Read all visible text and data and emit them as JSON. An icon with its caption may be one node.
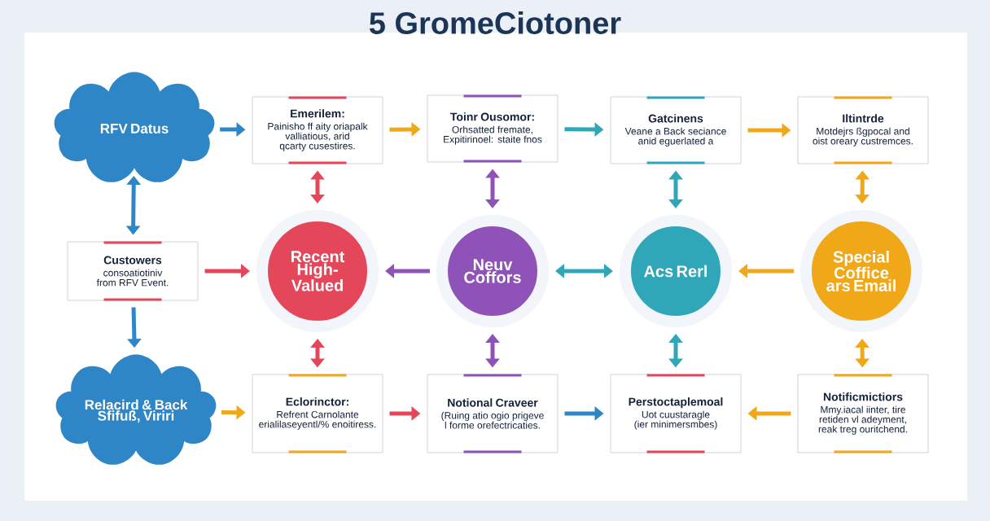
{
  "diagram": {
    "title": "5 GromeCiotoner",
    "nodes": [
      {
        "text": [
          "RFV Datus"
        ]
      },
      {
        "text": [
          "Emerilem:",
          "Painisho ff aity oriapalk valliatious, arid qcarty cusestires."
        ]
      },
      {
        "text": [
          "Toinr Ousomor:",
          "Orhsatted fremate, Expitirinoel: staite fnos"
        ]
      },
      {
        "text": [
          "Gatcinens",
          "Veane a Back seciance anid eguerlated a"
        ]
      },
      {
        "text": [
          "Iltintrde",
          "Motdejrs ßgpocal and oist oreary custremces."
        ]
      },
      {
        "text": [
          "Custowers",
          "consoatiotiniv from RFV Event."
        ]
      },
      {
        "text": [
          "Recent High-Valued"
        ]
      },
      {
        "text": [
          "Neuv Coffors"
        ]
      },
      {
        "text": [
          "Acs Rerl"
        ]
      },
      {
        "text": [
          "Special Coffice ars Email"
        ]
      },
      {
        "text": [
          "Relacird & Back Sfifuß, Viriri"
        ]
      },
      {
        "text": [
          "Eclorinctor:",
          "Refrent Carnolante erialilaseyentl/% enoitiress."
        ]
      },
      {
        "text": [
          "Notional Craveer",
          "(Ruing atio ogio prigeve l forme orefectricaties."
        ]
      },
      {
        "text": [
          "Perstoctaplemoal",
          "Uot cuustaragle (ier minimersmbes)"
        ]
      },
      {
        "text": [
          "Notificmictiors",
          "Mmy.iacal iinter, tire retiden vl adeyment, reak treg ouritchend."
        ]
      }
    ],
    "edges": [
      {
        "from": 0,
        "to": 1,
        "arrow": "to",
        "color": "#2f86c6"
      },
      {
        "from": 1,
        "to": 2,
        "arrow": "to",
        "color": "#f0a818"
      },
      {
        "from": 2,
        "to": 3,
        "arrow": "to",
        "color": "#2fa7b8"
      },
      {
        "from": 3,
        "to": 4,
        "arrow": "to",
        "color": "#f0a818"
      },
      {
        "from": 0,
        "to": 5,
        "arrow": "both",
        "color": "#2f86c6"
      },
      {
        "from": 1,
        "to": 6,
        "arrow": "both",
        "color": "#e4475a"
      },
      {
        "from": 2,
        "to": 7,
        "arrow": "both",
        "color": "#8e52b8"
      },
      {
        "from": 3,
        "to": 8,
        "arrow": "both",
        "color": "#2fa7b8"
      },
      {
        "from": 4,
        "to": 9,
        "arrow": "both",
        "color": "#f0a818"
      },
      {
        "from": 5,
        "to": 6,
        "arrow": "to",
        "color": "#e4475a"
      },
      {
        "from": 7,
        "to": 6,
        "arrow": "to",
        "color": "#8e52b8"
      },
      {
        "from": 7,
        "to": 8,
        "arrow": "both",
        "color": "#2fa7b8"
      },
      {
        "from": 9,
        "to": 8,
        "arrow": "to",
        "color": "#f0a818"
      },
      {
        "from": 5,
        "to": 10,
        "arrow": "to",
        "color": "#2f86c6"
      },
      {
        "from": 6,
        "to": 11,
        "arrow": "both",
        "color": "#e4475a"
      },
      {
        "from": 7,
        "to": 12,
        "arrow": "both",
        "color": "#8e52b8"
      },
      {
        "from": 8,
        "to": 13,
        "arrow": "both",
        "color": "#2fa7b8"
      },
      {
        "from": 9,
        "to": 14,
        "arrow": "both",
        "color": "#f0a818"
      },
      {
        "from": 10,
        "to": 11,
        "arrow": "to",
        "color": "#f0a818"
      },
      {
        "from": 11,
        "to": 12,
        "arrow": "to",
        "color": "#e4475a"
      },
      {
        "from": 12,
        "to": 13,
        "arrow": "to",
        "color": "#2f86c6"
      },
      {
        "from": 14,
        "to": 13,
        "arrow": "to",
        "color": "#f0a818"
      }
    ]
  }
}
